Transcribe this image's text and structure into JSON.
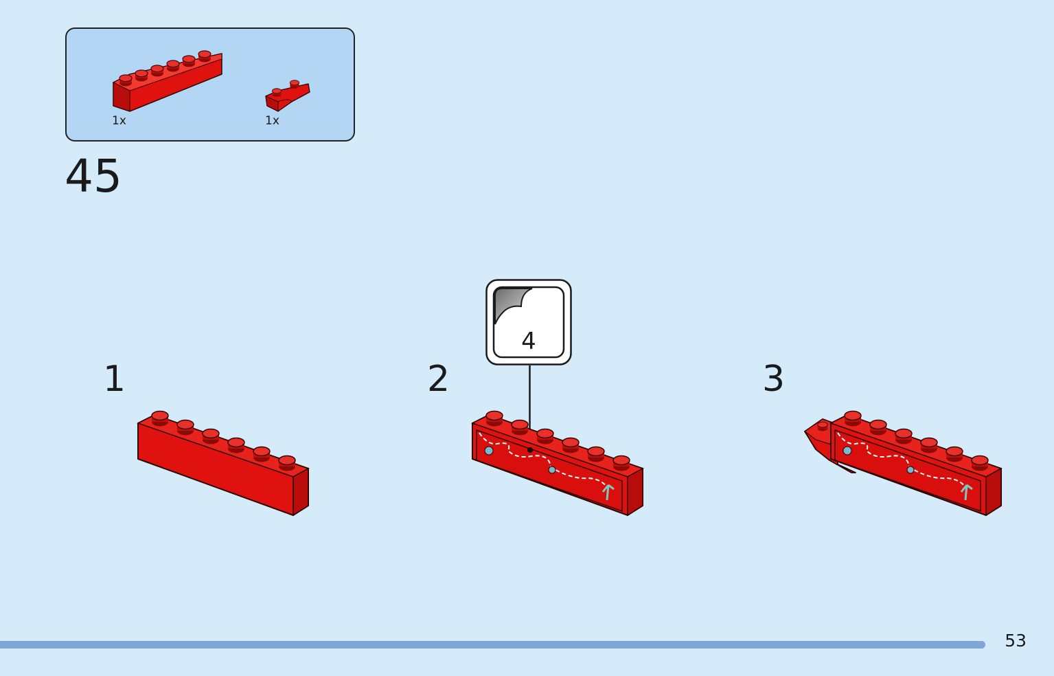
{
  "parts_list": {
    "items": [
      {
        "name": "brick-1x6-red",
        "quantity": "1x",
        "color": "#e0120f"
      },
      {
        "name": "slope-inverted-red",
        "quantity": "1x",
        "color": "#e0120f"
      }
    ]
  },
  "step": {
    "number": "45",
    "substeps": [
      "1",
      "2",
      "3"
    ],
    "sticker": {
      "number": "4"
    }
  },
  "colors": {
    "background": "#d6ebfa",
    "parts_panel": "#b2d6f3",
    "brick_red": "#e0120f",
    "progress_bar": "#7fa6d6"
  },
  "progress": {
    "fraction": 0.935
  },
  "footer": {
    "page_number": "53"
  }
}
